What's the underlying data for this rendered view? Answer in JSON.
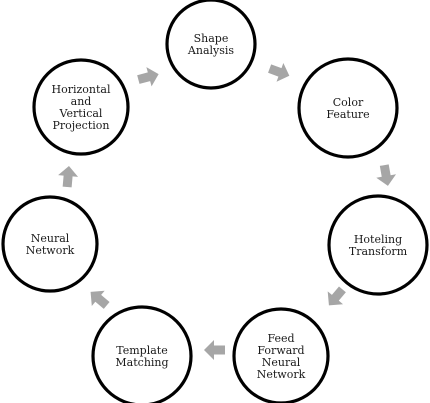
{
  "diagram": {
    "nodes": [
      {
        "id": "shape-analysis",
        "lines": [
          "Shape",
          "Analysis"
        ]
      },
      {
        "id": "color-feature",
        "lines": [
          "Color",
          "Feature"
        ]
      },
      {
        "id": "hoteling-transform",
        "lines": [
          "Hoteling",
          "Transform"
        ]
      },
      {
        "id": "feed-forward-neural-network",
        "lines": [
          "Feed",
          "Forward",
          "Neural",
          "Network"
        ]
      },
      {
        "id": "template-matching",
        "lines": [
          "Template",
          "Matching"
        ]
      },
      {
        "id": "neural-network",
        "lines": [
          "Neural",
          "Network"
        ]
      },
      {
        "id": "horizontal-and-vertical-projection",
        "lines": [
          "Horizontal",
          "and",
          "Vertical",
          "Projection"
        ]
      }
    ],
    "colors": {
      "circle_stroke": "#000000",
      "circle_fill": "#ffffff",
      "arrow": "#a6a6a6",
      "text": "#1a1a1a"
    }
  }
}
